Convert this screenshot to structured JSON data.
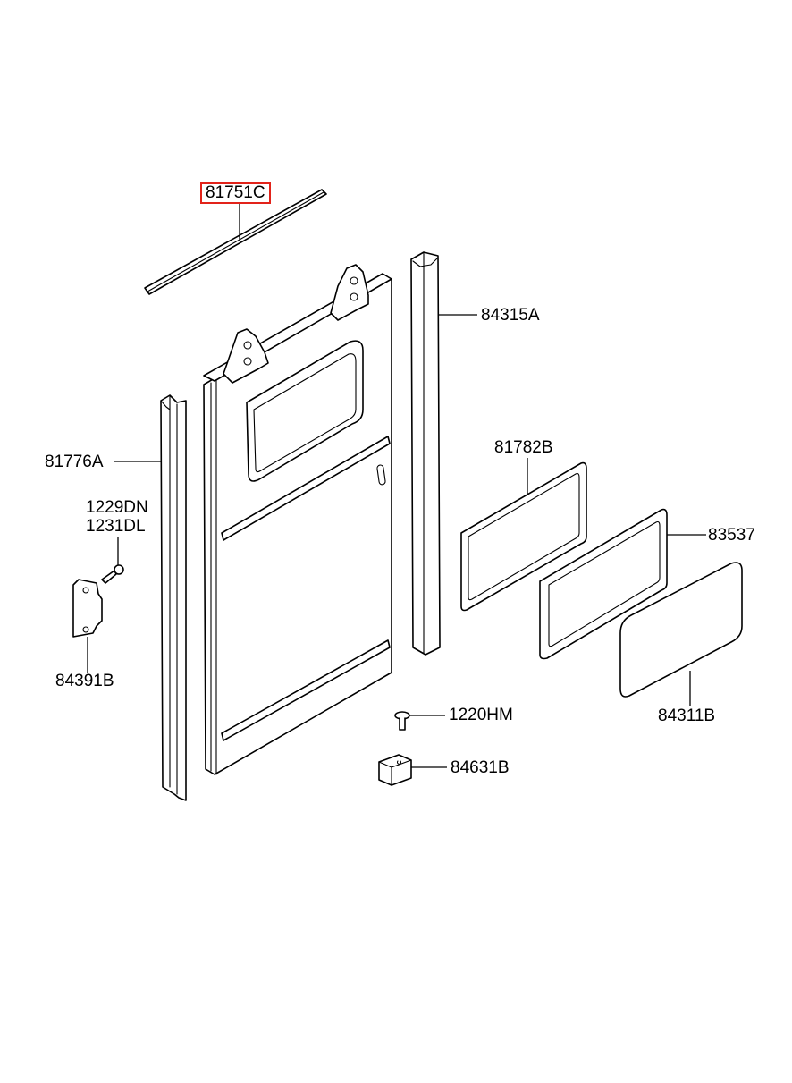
{
  "highlight_color": "#e2231a",
  "callouts": {
    "weatherstrip_top": "81751C",
    "rail_right": "84315A",
    "rail_left": "81776A",
    "bolt_a": "1229DN",
    "bolt_b": "1231DL",
    "striker": "84391B",
    "glass_seal": "81782B",
    "glass_frame": "83537",
    "glass": "84311B",
    "screw": "1220HM",
    "stopper": "84631B"
  },
  "icons": {
    "weatherstrip_top": "weatherstrip-strip",
    "door": "sliding-door-panel",
    "rail_right": "door-rail-channel",
    "rail_left": "door-rail-channel",
    "bolt": "bolt-icon",
    "striker": "striker-bracket",
    "glass_seal": "seal-frame",
    "glass_frame": "window-frame",
    "glass": "glass-pane",
    "screw": "screw-icon",
    "stopper": "stopper-block"
  }
}
